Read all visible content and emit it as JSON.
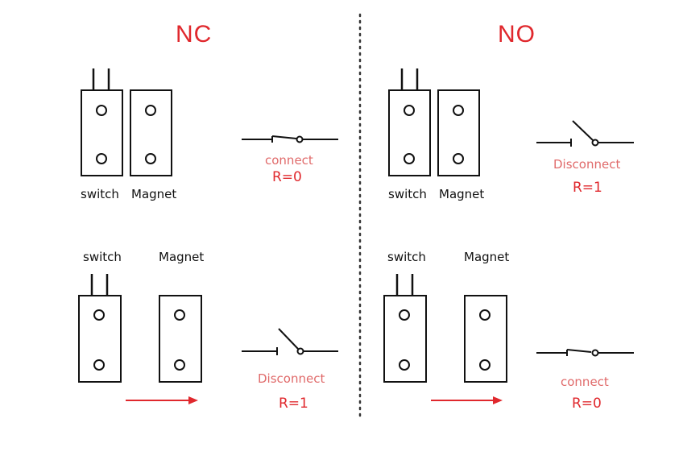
{
  "diagram": {
    "colors": {
      "accent": "#e0282d",
      "state_text": "#e06a6a",
      "line": "#111111"
    },
    "nc": {
      "title": "NC",
      "top": {
        "switch_label": "switch",
        "magnet_label": "Magnet",
        "state": "connect",
        "resistance": "R=0"
      },
      "bottom": {
        "switch_label": "switch",
        "magnet_label": "Magnet",
        "state": "Disconnect",
        "resistance": "R=1"
      }
    },
    "no": {
      "title": "NO",
      "top": {
        "switch_label": "switch",
        "magnet_label": "Magnet",
        "state": "Disconnect",
        "resistance": "R=1"
      },
      "bottom": {
        "switch_label": "switch",
        "magnet_label": "Magnet",
        "state": "connect",
        "resistance": "R=0"
      }
    }
  }
}
